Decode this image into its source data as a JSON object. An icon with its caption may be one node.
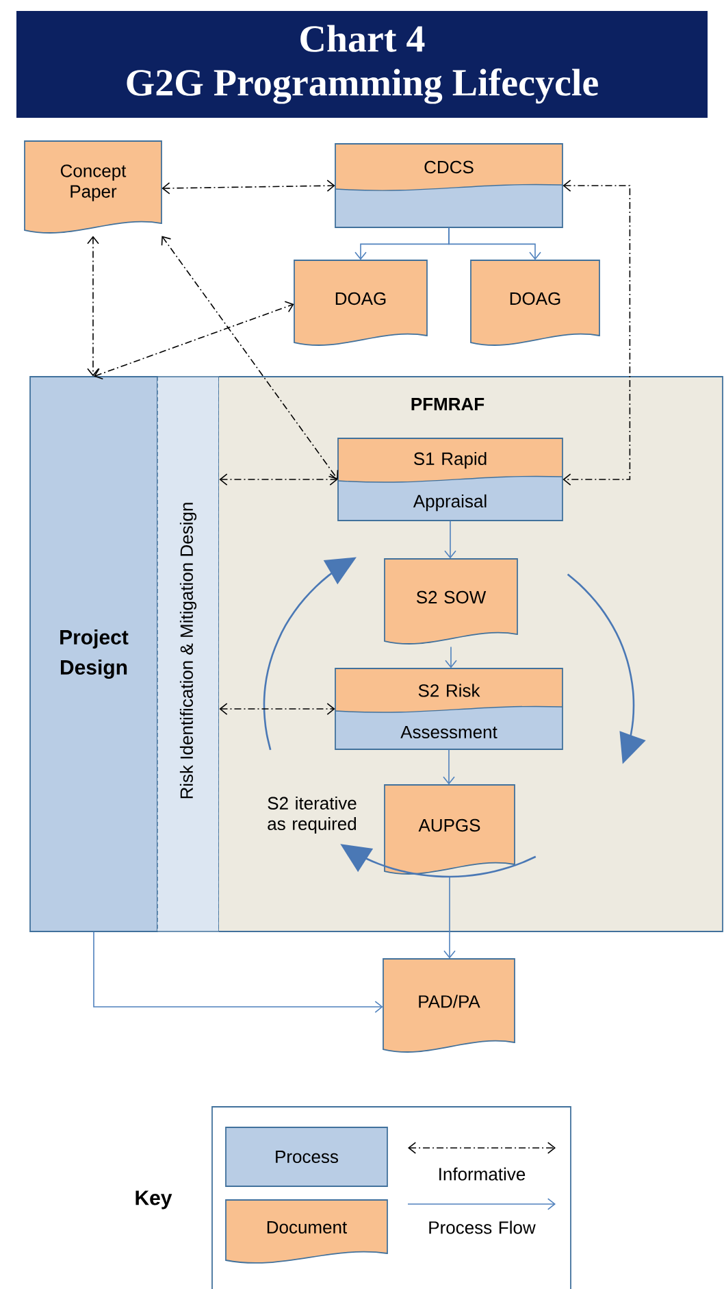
{
  "diagram": {
    "title": "Chart 4 G2G Programming Lifecycle",
    "nodes": [
      {
        "text": [
          "Concept Paper"
        ]
      },
      {
        "text": [
          "CDCS"
        ]
      },
      {
        "text": [
          "DOAG"
        ]
      },
      {
        "text": [
          "DOAG"
        ]
      },
      {
        "text": [
          "Project Design"
        ]
      },
      {
        "text": [
          "Risk Identification & Mitigation Design"
        ]
      },
      {
        "text": [
          "PFMRAF"
        ]
      },
      {
        "text": [
          "S1 Rapid",
          "Appraisal"
        ],
        "in": 6
      },
      {
        "text": [
          "S2 SOW"
        ],
        "in": 6
      },
      {
        "text": [
          "S2 Risk",
          "Assessment"
        ],
        "in": 6
      },
      {
        "text": [
          "AUPGS"
        ],
        "in": 6
      },
      {
        "text": [
          "PAD/PA"
        ]
      }
    ],
    "edges": [
      {
        "from": 0,
        "to": 1,
        "arrow": "both",
        "style": "dashed"
      },
      {
        "from": 0,
        "to": 4,
        "arrow": "both",
        "style": "dashed"
      },
      {
        "from": 4,
        "to": 2,
        "arrow": "both",
        "style": "dashed"
      },
      {
        "from": 0,
        "to": 7,
        "arrow": "both",
        "style": "dashed"
      },
      {
        "from": 1,
        "to": 7,
        "arrow": "both",
        "style": "dashed"
      },
      {
        "from": 5,
        "to": 7,
        "arrow": "both",
        "style": "dashed"
      },
      {
        "from": 5,
        "to": 9,
        "arrow": "both",
        "style": "dashed"
      },
      {
        "from": 1,
        "to": 2,
        "arrow": "to",
        "color": "#4f81bd"
      },
      {
        "from": 1,
        "to": 3,
        "arrow": "to",
        "color": "#4f81bd"
      },
      {
        "from": 7,
        "to": 8,
        "arrow": "to",
        "color": "#4f81bd"
      },
      {
        "from": 8,
        "to": 9,
        "arrow": "to",
        "color": "#4f81bd"
      },
      {
        "from": 9,
        "to": 10,
        "arrow": "to",
        "color": "#4f81bd"
      },
      {
        "from": 10,
        "to": 11,
        "arrow": "to",
        "color": "#4f81bd"
      },
      {
        "from": 4,
        "to": 11,
        "arrow": "to",
        "color": "#4f81bd"
      }
    ],
    "labels": [
      "S2 iterative as required",
      "Key"
    ],
    "legend": [
      {
        "text": "Process",
        "color": "#b9cde5"
      },
      {
        "text": "Document",
        "color": "#f9c08f"
      },
      {
        "text": "Informative"
      },
      {
        "text": "Process Flow"
      }
    ]
  }
}
